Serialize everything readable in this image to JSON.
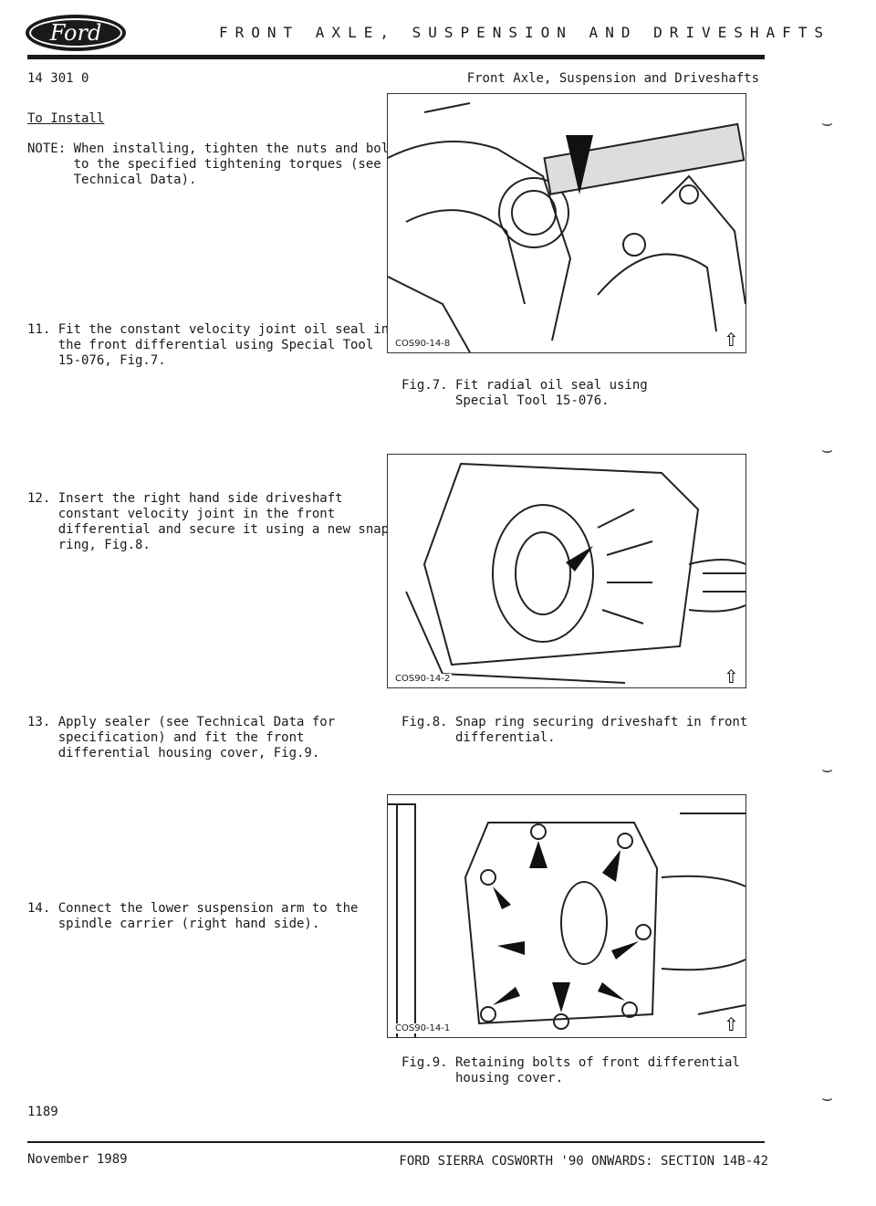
{
  "header": {
    "logo_text": "Ford",
    "banner": "FRONT AXLE, SUSPENSION AND DRIVESHAFTS",
    "reference": "14 301 0",
    "running_title": "Front Axle, Suspension and Driveshafts"
  },
  "section": {
    "subheading": "To Install",
    "note": "NOTE: When installing, tighten the nuts and bolts\n      to the specified tightening torques (see\n      Technical Data)."
  },
  "steps": [
    {
      "text": "11. Fit the constant velocity joint oil seal in\n    the front differential using Special Tool\n    15-076, Fig.7."
    },
    {
      "text": "12. Insert the right hand side driveshaft\n    constant velocity joint in the front\n    differential and secure it using a new snap\n    ring, Fig.8."
    },
    {
      "text": "13. Apply sealer (see Technical Data for\n    specification) and fit the front\n    differential housing cover, Fig.9."
    },
    {
      "text": "14. Connect the lower suspension arm to the\n    spindle carrier (right hand side)."
    }
  ],
  "figures": [
    {
      "code": "COS90-14-8",
      "caption": "Fig.7. Fit radial oil seal using\n       Special Tool 15-076."
    },
    {
      "code": "COS90-14-2",
      "caption": "Fig.8. Snap ring securing driveshaft in front\n       differential."
    },
    {
      "code": "COS90-14-1",
      "caption": "Fig.9. Retaining bolts of front differential\n       housing cover."
    }
  ],
  "footer": {
    "page_number": "1189",
    "date": "November 1989",
    "title": "FORD SIERRA COSWORTH '90 ONWARDS: SECTION 14B-42"
  }
}
